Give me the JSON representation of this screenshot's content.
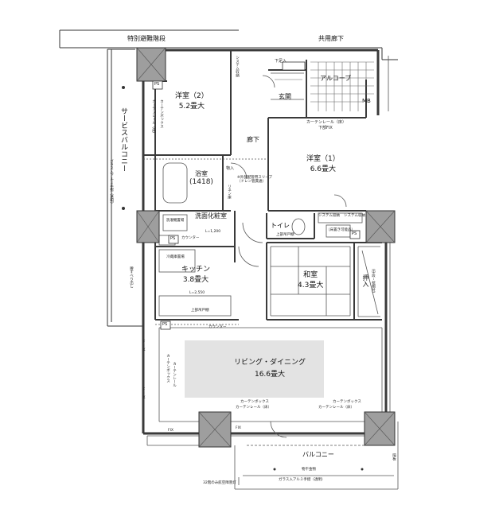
{
  "labels": {
    "emergency_stairs": "特別避難階段",
    "common_corridor": "共用廊下",
    "service_balcony": "サービスバルコニー",
    "glass_rail_left": "ガラス入アルミ手摺（透明）",
    "alcove": "アルコーブ",
    "mb": "MB",
    "entrance": "玄関",
    "corridor": "廊下",
    "shoe_storage": "下足入",
    "system_storage_top": "システム収納",
    "curtain_rail_top": "カーテンレール（床）",
    "footlight_fix": "下部FIX",
    "storage": "物入",
    "piping_space": "リネン庫",
    "ventilation_sleeve": "※外部配管用スリーブ（ドレン管貫通）",
    "toilet": "トイレ",
    "wall_cabinet_toilet": "上部吊戸棚",
    "system_storage_mid": "システム収納",
    "system_storage_mid2": "システム収納",
    "counter_under": "（床置き可能品）",
    "ps": "PS",
    "bath": "浴室",
    "bath_size": "(1418)",
    "washroom": "洗面化粧室",
    "washing_machine": "洗濯機置場",
    "counter": "カウンター",
    "l_dim_top": "L=1,200",
    "fridge": "冷蔵庫置場",
    "kitchen": "キッチン",
    "kitchen_area": "3.8畳大",
    "l_dim_bottom": "L=2,550",
    "wall_cabinet_kitchen": "上部吊戸棚",
    "counter_bottom": "カウンター",
    "floor_drain": "腰すべり出し",
    "tatami": "和室",
    "tatami_area": "4.3畳大",
    "closet": "押入",
    "closet_note": "（中段・枕棚付）",
    "western2": "洋室（2）",
    "western2_area": "5.2畳大",
    "western1": "洋室（1）",
    "western1_area": "6.6畳大",
    "curtain_box_left": "カーテンボックス",
    "curtain_rail_left": "カーテンレール（床）",
    "ldk": "リビング・ダイニング",
    "ldk_area": "16.6畳大",
    "curtain_box_ldk_left": "カーテンボックス",
    "curtain_rail_ldk_left": "カーテンレール",
    "curtain_box_bottom1": "カーテンボックス",
    "curtain_rail_bottom1": "カーテンレール（床）",
    "curtain_box_bottom2": "カーテンボックス",
    "curtain_rail_bottom2": "カーテンレール（床）",
    "fix_left1": "FIX",
    "fix_left2": "FIX",
    "fix_bottom1": "FIX",
    "fix_bottom2": "FIX",
    "balcony": "バルコニー",
    "drying_hardware": "物干金物",
    "glass_rail_bottom": "ガラス入アルミ手摺（透明）",
    "emergency_hatch": "32階のみ航空障害灯",
    "partition": "隔板"
  },
  "colors": {
    "wall": "#3a3a3a",
    "column_fill": "#9e9e9e",
    "ldk_shade": "#e3e3e3",
    "line": "#222222",
    "alcove_tile": "#666666"
  }
}
